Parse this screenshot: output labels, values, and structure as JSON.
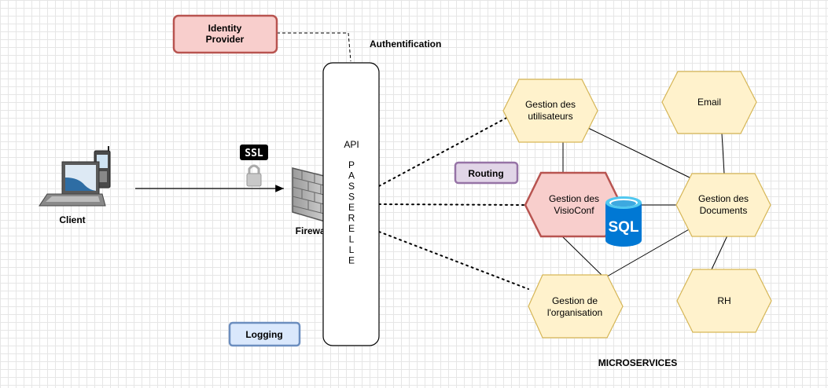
{
  "identity_provider": {
    "line1": "Identity",
    "line2": "Provider"
  },
  "authentification": "Authentification",
  "client": "Client",
  "ssl_badge": "SSL",
  "firewall": "Firewall",
  "gateway": {
    "api": "API",
    "letters": [
      "P",
      "A",
      "S",
      "S",
      "E",
      "R",
      "E",
      "L",
      "L",
      "E"
    ]
  },
  "routing": "Routing",
  "logging": "Logging",
  "services": {
    "users": {
      "line1": "Gestion des",
      "line2": "utilisateurs"
    },
    "visioconf": {
      "line1": "Gestion des",
      "line2": "VisioConf"
    },
    "organisation": {
      "line1": "Gestion de",
      "line2": "l'organisation"
    },
    "email": "Email",
    "documents": {
      "line1": "Gestion des",
      "line2": "Documents"
    },
    "rh": "RH"
  },
  "sql_label": "SQL",
  "microservices": "MICROSERVICES",
  "colors": {
    "hex_fill": "#fff2cc",
    "hex_stroke": "#d6b656",
    "red_fill": "#f8cecc",
    "red_stroke": "#b85450",
    "purple_fill": "#e1d5e7",
    "purple_stroke": "#9673a6",
    "blue_fill": "#dae8fc",
    "blue_stroke": "#6c8ebf",
    "sql_blue": "#0078d4"
  }
}
